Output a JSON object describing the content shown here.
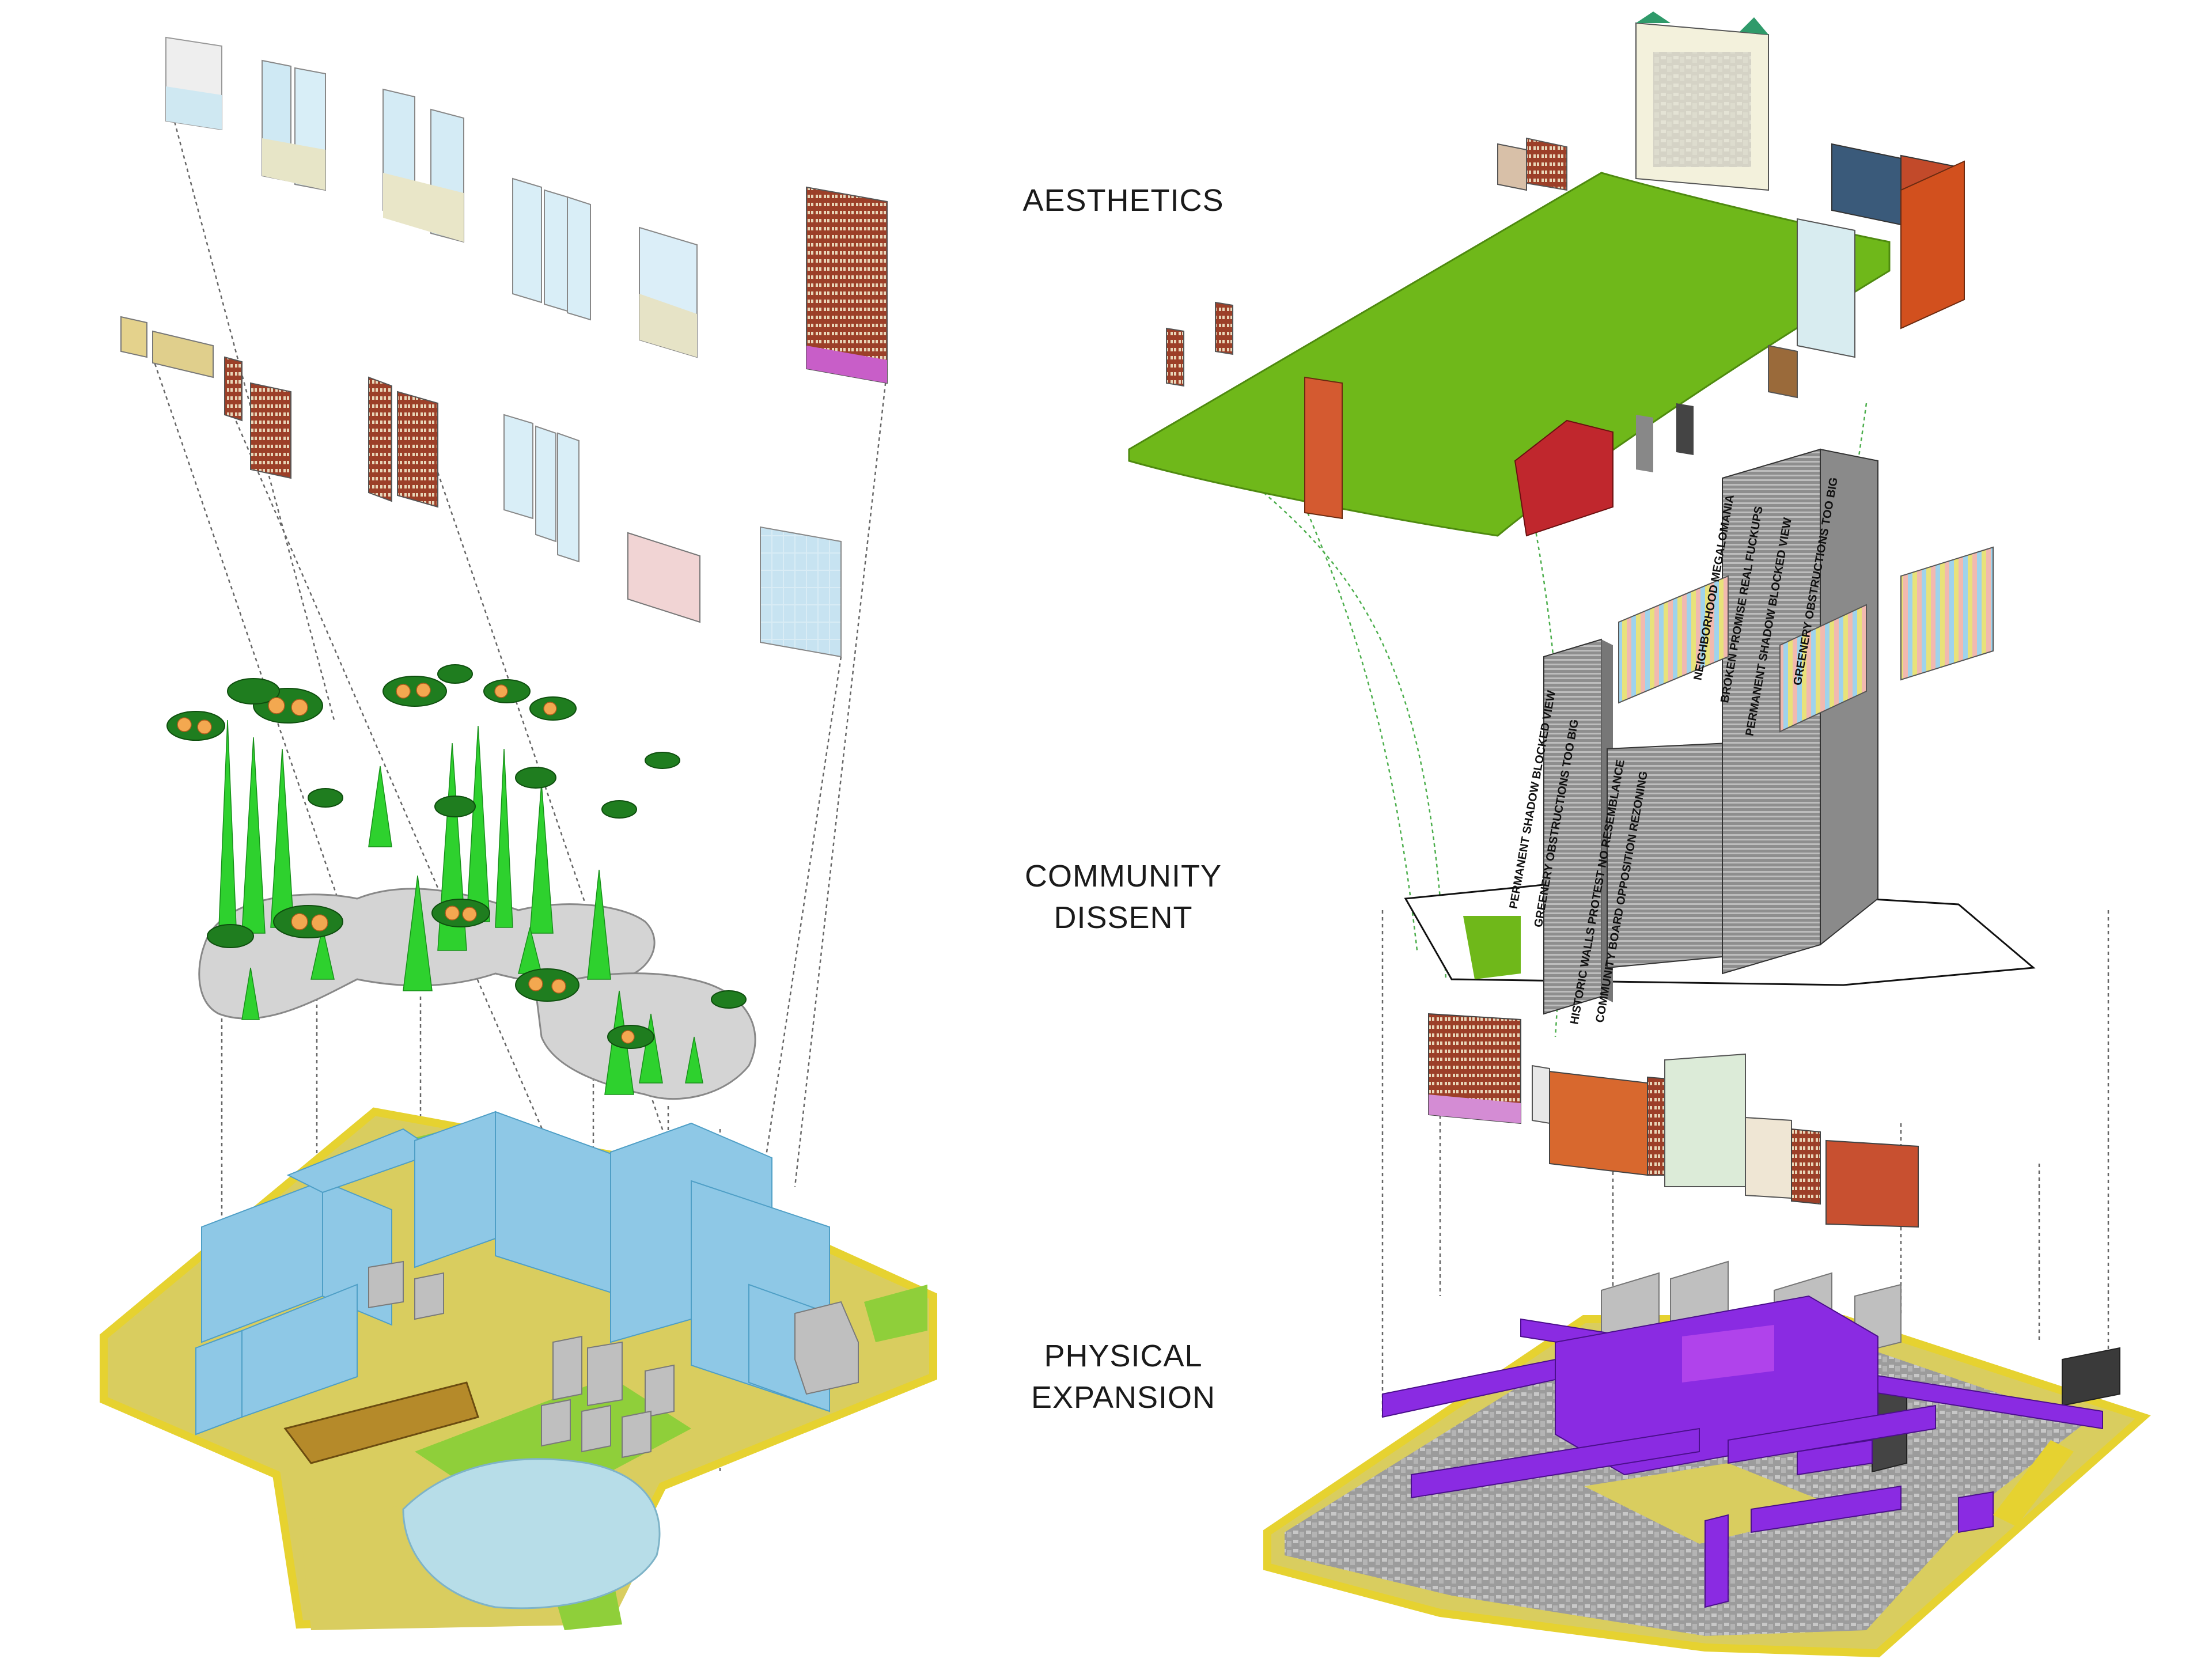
{
  "labels": {
    "aesthetics": "AESTHETICS",
    "community_line1": "COMMUNITY",
    "community_line2": "DISSENT",
    "physical_line1": "PHYSICAL",
    "physical_line2": "EXPANSION"
  },
  "colors": {
    "ground_yellow": "#d6c95a",
    "ground_edge": "#e8d830",
    "lawn_green": "#8fcf3a",
    "plaza_green": "#6fb81a",
    "glass_blue": "#8ec8e6",
    "cone_green": "#2ed12e",
    "concrete_gray": "#b8b8b8",
    "infrastructure_purple": "#8a2be2",
    "brick_red": "#a2432a",
    "orange_facade": "#d2501e",
    "leader_line": "#555555",
    "green_leader": "#4cae4c"
  },
  "dissent_text": [
    "PERMANENT SHADOW BLOCKED VIEW",
    "GREENERY OBSTRUCTIONS TOO BIG",
    "HISTORIC WALLS PROTEST NO RESEMBLANCE",
    "COMMUNITY BOARD OPPOSITION REZONING",
    "NEIGHBORHOOD MEGALOMANIA",
    "BROKEN PROMISE REAL FUCKUPS"
  ]
}
